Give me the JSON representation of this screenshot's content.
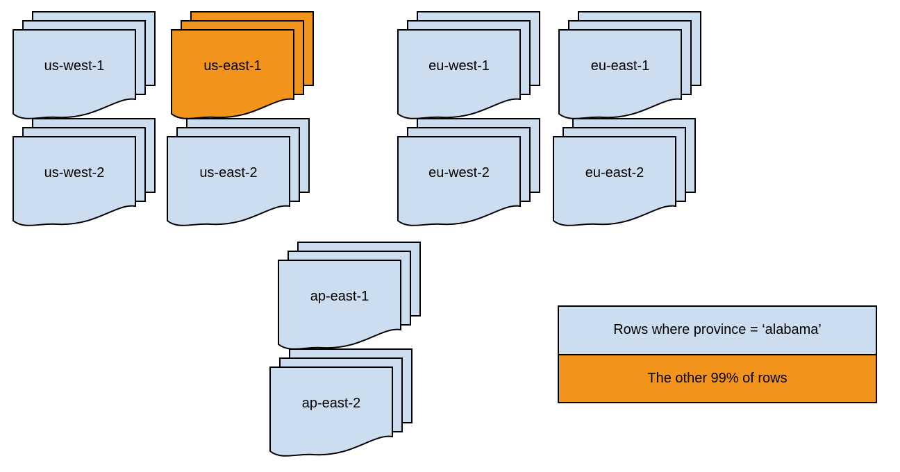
{
  "colors": {
    "doc_blue": "#cdddf0",
    "highlight_orange": "#f2941c",
    "border": "#000000",
    "background": "#ffffff"
  },
  "stacks": [
    {
      "id": "us-west-1",
      "label": "us-west-1",
      "variant": "blue"
    },
    {
      "id": "us-east-1",
      "label": "us-east-1",
      "variant": "orange"
    },
    {
      "id": "eu-west-1",
      "label": "eu-west-1",
      "variant": "blue"
    },
    {
      "id": "eu-east-1",
      "label": "eu-east-1",
      "variant": "blue"
    },
    {
      "id": "us-west-2",
      "label": "us-west-2",
      "variant": "blue"
    },
    {
      "id": "us-east-2",
      "label": "us-east-2",
      "variant": "blue"
    },
    {
      "id": "eu-west-2",
      "label": "eu-west-2",
      "variant": "blue"
    },
    {
      "id": "eu-east-2",
      "label": "eu-east-2",
      "variant": "blue"
    },
    {
      "id": "ap-east-1",
      "label": "ap-east-1",
      "variant": "blue"
    },
    {
      "id": "ap-east-2",
      "label": "ap-east-2",
      "variant": "blue"
    }
  ],
  "legend": {
    "rows": [
      {
        "label": "Rows where province = ‘alabama’",
        "variant": "blue"
      },
      {
        "label": "The other 99% of rows",
        "variant": "orange"
      }
    ]
  }
}
